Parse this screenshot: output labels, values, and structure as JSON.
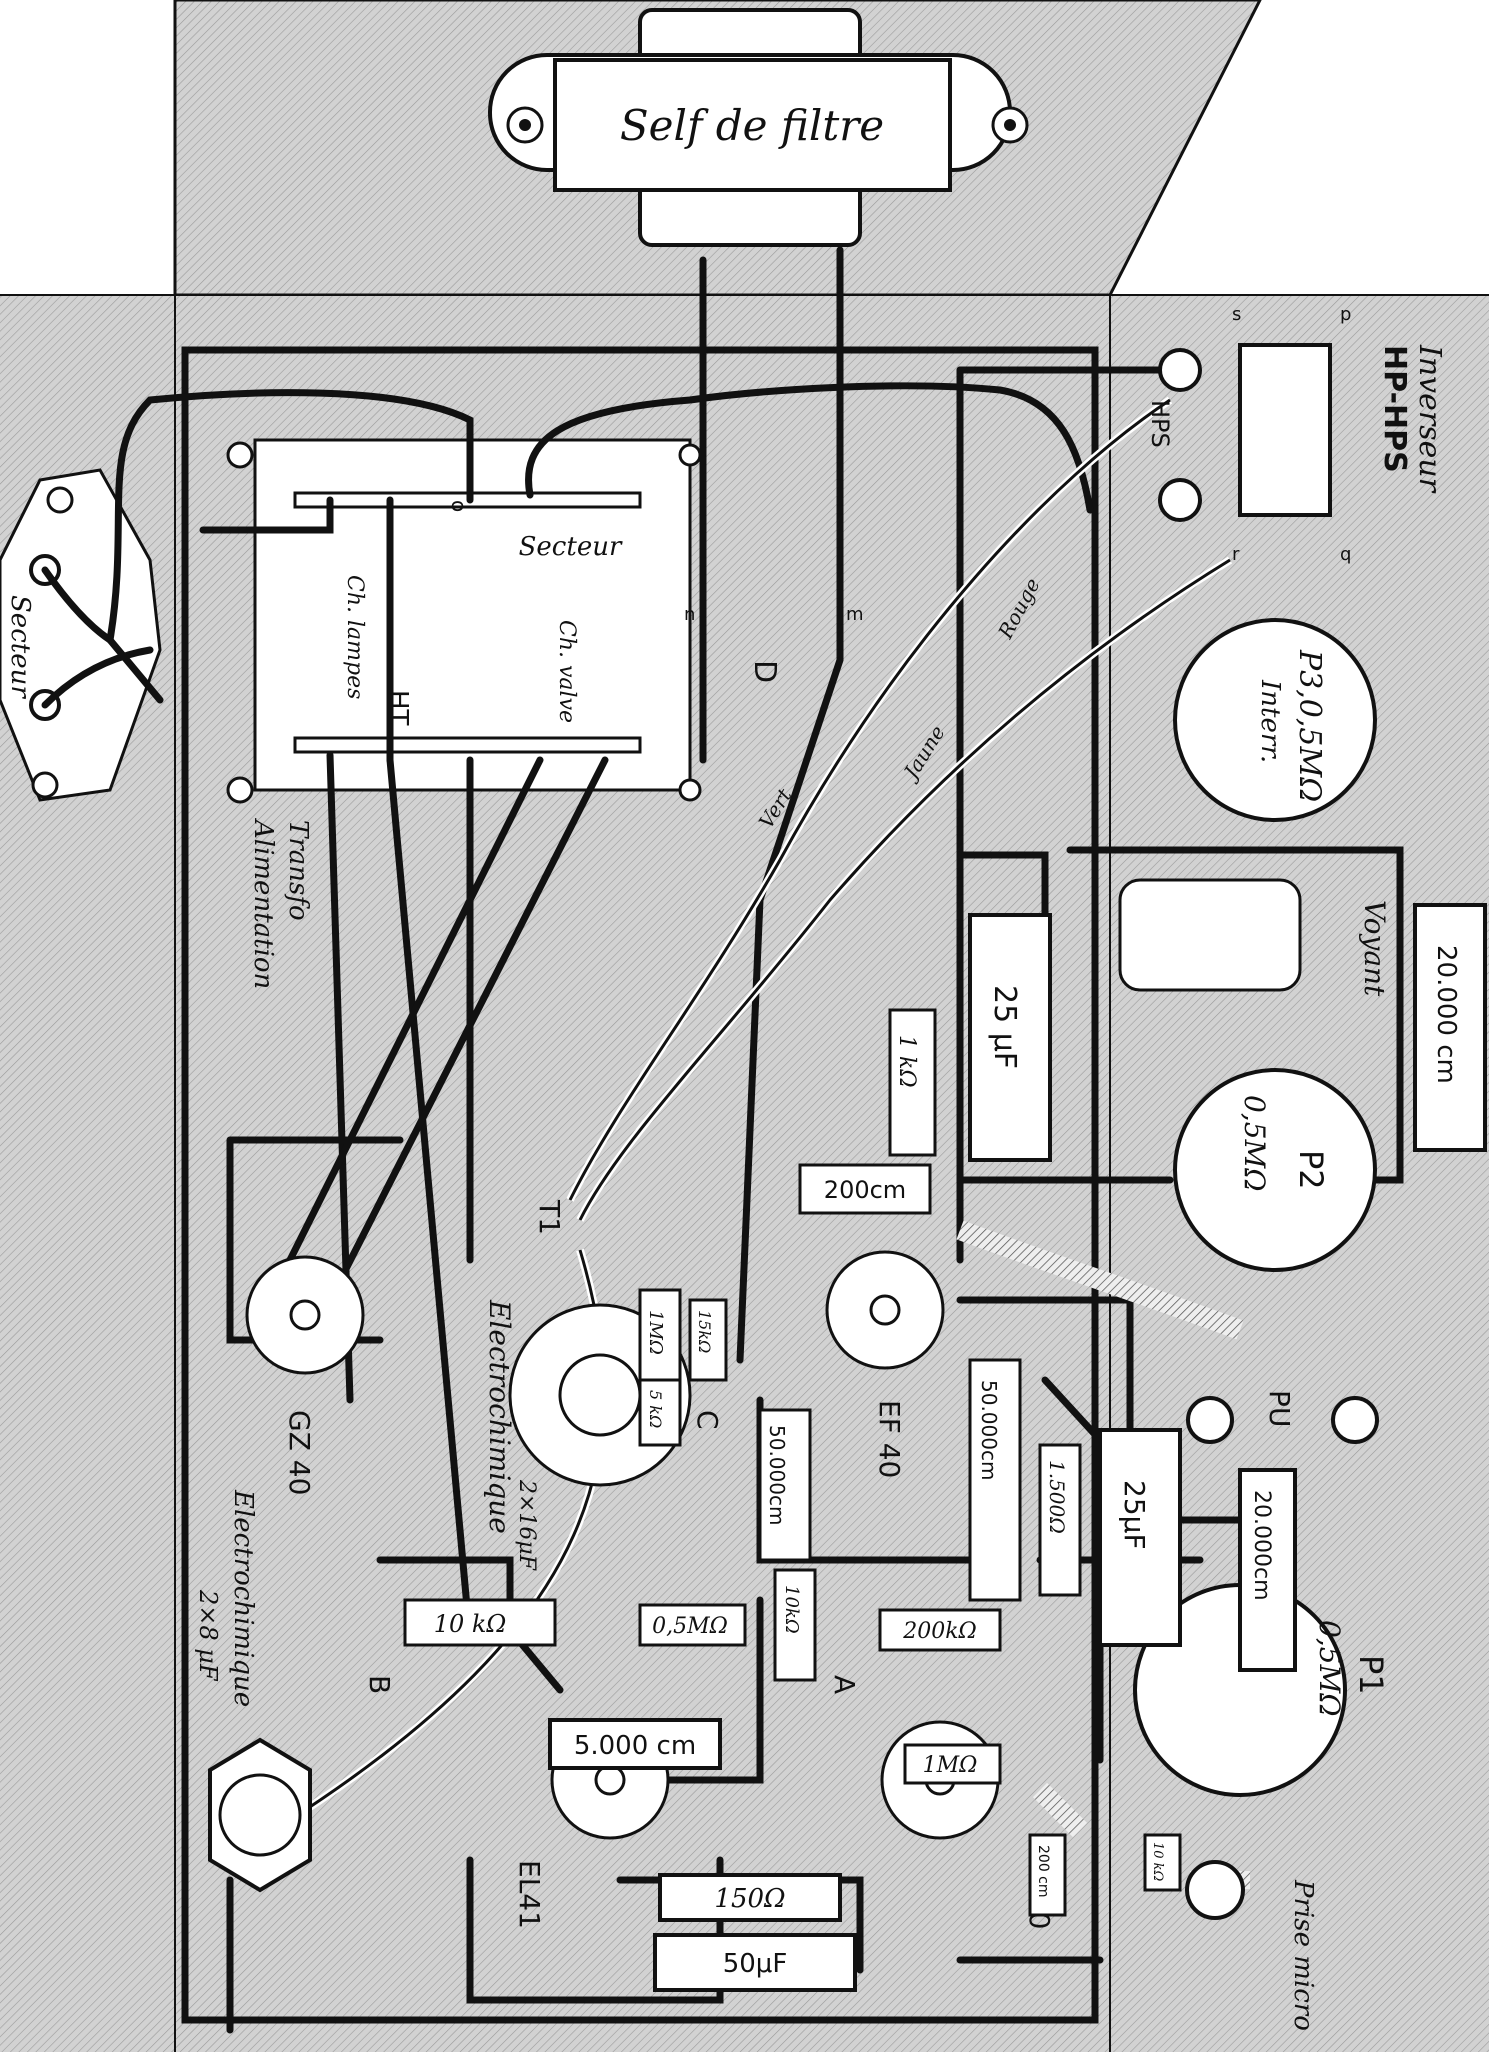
{
  "colors": {
    "paper": "#ffffff",
    "chassis": "#c9c9c9",
    "ink": "#111111",
    "wire_light": "#f4f4f4"
  },
  "labels": {
    "self": "Self de filtre",
    "inverseur": "Inverseur",
    "hp_hps": "HP-HPS",
    "hps": "HPS",
    "secteur_plug": "Secteur",
    "secteur_transfo": "Secteur",
    "ch_lampes": "Ch. lampes",
    "ch_valve": "Ch. valve",
    "ht": "HT",
    "transfo": "Transfo",
    "alimentation": "Alimentation",
    "rouge": "Rouge",
    "jaune": "Jaune",
    "vert": "Vert",
    "voyant": "Voyant",
    "d": "D",
    "t1": "T1",
    "c": "C",
    "b": "B",
    "a": "A",
    "pu": "PU",
    "prise_micro": "Prise micro",
    "gz40": "GZ 40",
    "el41": "EL41",
    "ef40_top": "EF 40",
    "ef40_bottom": "EF40",
    "electro_top": "Electrochimique",
    "electro_top_val": "2×16μF",
    "electro_bottom": "Electrochimique",
    "electro_bottom_val": "2×8 μF",
    "p3": "P3,0,5MΩ",
    "interr": "Interr.",
    "p2": "P2",
    "p2_val": "0,5MΩ",
    "p1": "P1",
    "p1_val": "0,5MΩ",
    "pin_n": "n",
    "pin_m": "m",
    "pin_o": "o",
    "pin_s": "s",
    "pin_p": "p",
    "pin_r": "r",
    "pin_q": "q"
  },
  "components": {
    "c_20000_top": "20.000 cm",
    "c_25uf_top": "25 μF",
    "r_1k": "1 kΩ",
    "c_200cm": "200cm",
    "c_50000_1": "50.000cm",
    "c_50000_2": "50.000cm",
    "r_1500": "1.500Ω",
    "c_25uf_bottom": "25μF",
    "c_20000_bottom": "20.000cm",
    "r_10k": "10 kΩ",
    "r_05m": "0,5MΩ",
    "r_10k_small": "10kΩ",
    "r_200k": "200kΩ",
    "c_5000": "5.000 cm",
    "r_1m": "1MΩ",
    "r_150": "150Ω",
    "c_50uf": "50μF",
    "c_200cm_small": "200 cm",
    "r_10k_micro": "10 kΩ",
    "r_5k": "5 kΩ",
    "r_1m_small": "1MΩ",
    "r_15k": "15kΩ"
  }
}
